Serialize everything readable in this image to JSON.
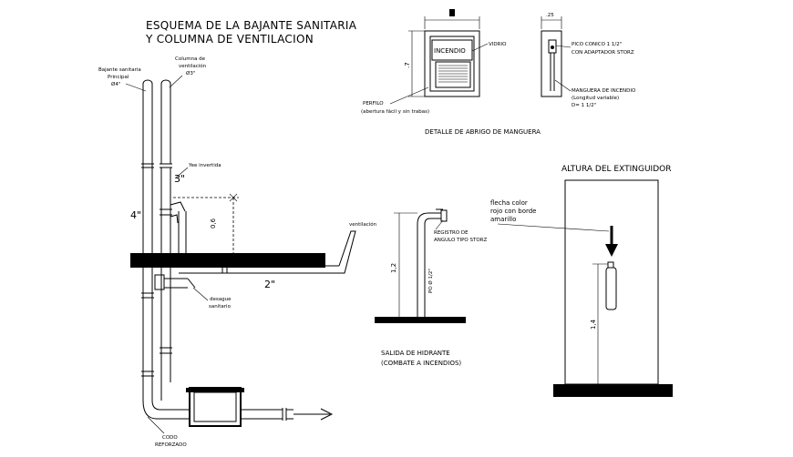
{
  "title": {
    "line1": "ESQUEMA DE LA BAJANTE SANITARIA",
    "line2": "Y COLUMNA DE VENTILACION"
  },
  "bajante": {
    "label_line1": "Bajante sanitaria",
    "label_line2": "Principal",
    "label_line3": "Ø4\"",
    "vent_label_line1": "Columna de",
    "vent_label_line2": "ventilación",
    "vent_label_line3": "Ø3\"",
    "yee_label": "Yee invertida",
    "dim_3": "3\"",
    "dim_4": "4\"",
    "dim_2": "2\"",
    "dim_0_6": "0,6",
    "ventilacion_label": "ventilación",
    "desague_line1": "desague",
    "desague_line2": "sanitario",
    "codo_line1": "CODO",
    "codo_line2": "REFORZADO"
  },
  "abrigo": {
    "box_text": "INCENDIO",
    "vidrio": "VIDRIO",
    "perfilo_line1": "PERFILO",
    "perfilo_line2": "(abertura fácil y sin trabas)",
    "pico_line1": "PICO CONICO 1 1/2\"",
    "pico_line2": "CON ADAPTADOR STORZ",
    "manguera_line1": "MANGUERA DE INCENDIO",
    "manguera_line2": "(Longitud variable)",
    "manguera_line3": "D= 1 1/2\"",
    "dim_top_side": ".25",
    "dim_height": ".7",
    "caption": "DETALLE DE ABRIGO DE MANGUERA"
  },
  "hidrante": {
    "registro_line1": "REGISTRO DE",
    "registro_line2": "ANGULO TIPO STORZ",
    "pipe_label": "PO Ø 1/2\"",
    "dim_height": "1,2",
    "caption_line1": "SALIDA DE HIDRANTE",
    "caption_line2": "(COMBATE A INCENDIOS)"
  },
  "extintor": {
    "title": "ALTURA DEL EXTINGUIDOR",
    "note_line1": "flecha color",
    "note_line2": "rojo con borde",
    "note_line3": "amarillo",
    "dim_height": "1,4"
  }
}
